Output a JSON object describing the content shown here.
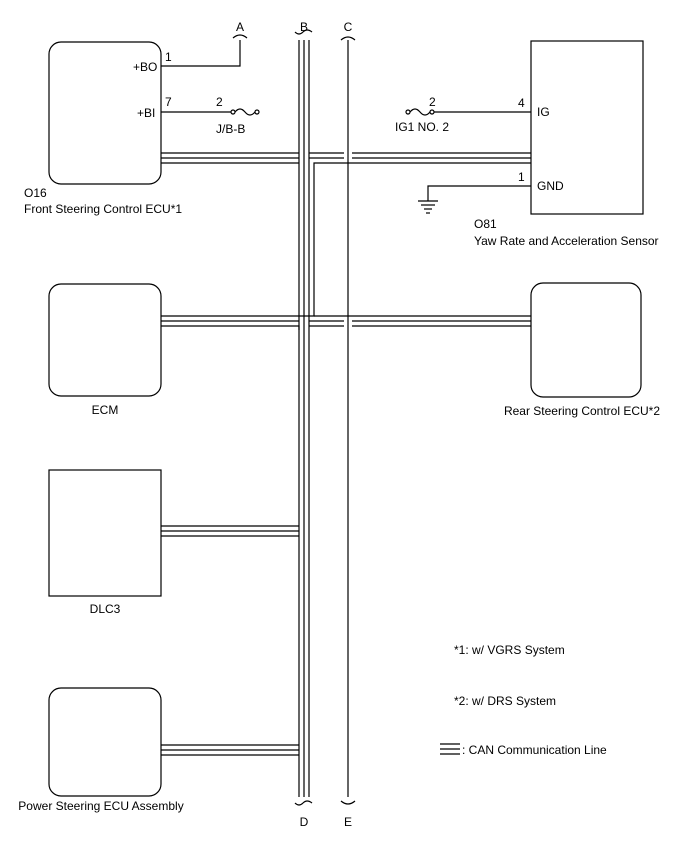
{
  "components": {
    "front_steering_ecu": {
      "connector": "O16",
      "name": "Front Steering Control ECU*1",
      "pin_bo_label": "+BO",
      "pin_bo_num": "1",
      "pin_bi_label": "+BI",
      "pin_bi_num": "7"
    },
    "fuse_jb": {
      "pin": "2",
      "name": "J/B-B"
    },
    "fuse_ig1": {
      "pin": "2",
      "name": "IG1 NO. 2"
    },
    "yaw_rate_sensor": {
      "connector": "O81",
      "name": "Yaw Rate and Acceleration Sensor",
      "pin_ig_label": "IG",
      "pin_ig_num": "4",
      "pin_gnd_label": "GND",
      "pin_gnd_num": "1"
    },
    "ecm": {
      "name": "ECM"
    },
    "rear_steering_ecu": {
      "name": "Rear Steering Control ECU*2"
    },
    "dlc3": {
      "name": "DLC3"
    },
    "power_steering_ecu": {
      "name": "Power Steering ECU Assembly"
    }
  },
  "connection_points": {
    "a": "A",
    "b": "B",
    "c": "C",
    "d": "D",
    "e": "E"
  },
  "notes": {
    "note1": "*1: w/ VGRS System",
    "note2": "*2: w/ DRS System",
    "legend": ": CAN Communication Line"
  }
}
